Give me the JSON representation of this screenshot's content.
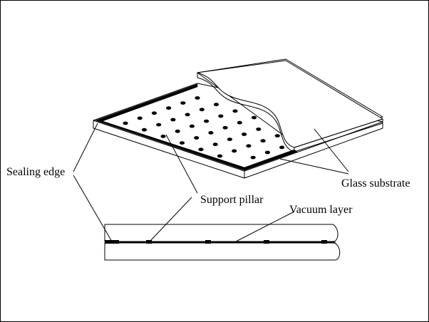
{
  "labels": {
    "sealing_edge": "Sealing edge",
    "support_pillar": "Support pillar",
    "vacuum_layer": "Vacuum layer",
    "glass_substrate": "Glass substrate"
  },
  "colors": {
    "line": "#000000",
    "background": "#ffffff"
  }
}
